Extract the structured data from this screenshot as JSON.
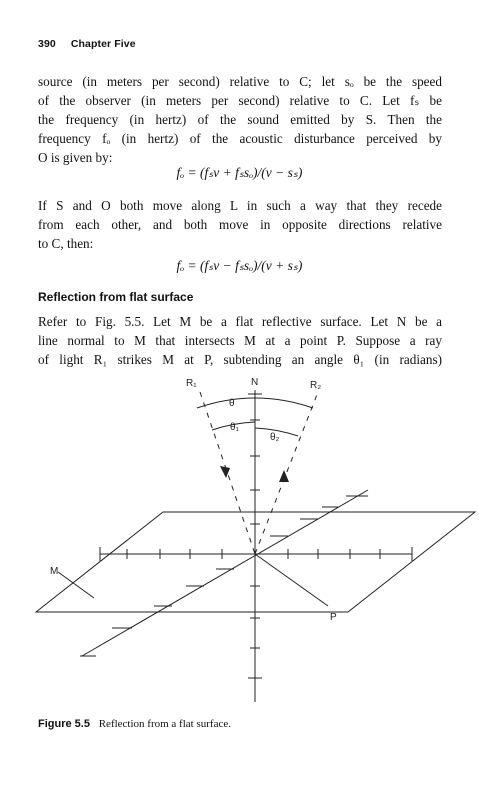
{
  "header": {
    "page_number": "390",
    "chapter": "Chapter Five"
  },
  "para1": {
    "lines": [
      "source (in meters per second) relative to C; let sₒ be the speed",
      "of the observer (in meters per second) relative to C. Let fₛ be",
      "the frequency (in hertz) of the sound emitted by S. Then the",
      "frequency fₒ (in hertz) of the acoustic disturbance perceived by",
      "O is given by:"
    ]
  },
  "eq1": "fₒ = (fₛv + fₛsₒ)/(v − sₛ)",
  "para2": {
    "lines": [
      "If S and O both move along L in such a way that they recede",
      "from each other, and both move in opposite directions relative",
      "to C, then:"
    ]
  },
  "eq2": "fₒ = (fₛv − fₛsₒ)/(v + sₛ)",
  "section_title": "Reflection from flat surface",
  "para3": {
    "lines": [
      "Refer to Fig. 5.5. Let M be a flat reflective surface. Let N be a",
      "line normal to M that intersects M at a point P. Suppose a ray",
      "of light R₁ strikes M at P, subtending an angle θ₁ (in radians)"
    ]
  },
  "figure": {
    "labels": {
      "R1": "R₁",
      "N": "N",
      "R2": "R₂",
      "theta": "θ",
      "theta1": "θ₁",
      "theta2": "θ₂",
      "M": "M",
      "P": "P"
    }
  },
  "caption": {
    "label": "Figure 5.5",
    "text": "Reflection from a flat surface."
  }
}
